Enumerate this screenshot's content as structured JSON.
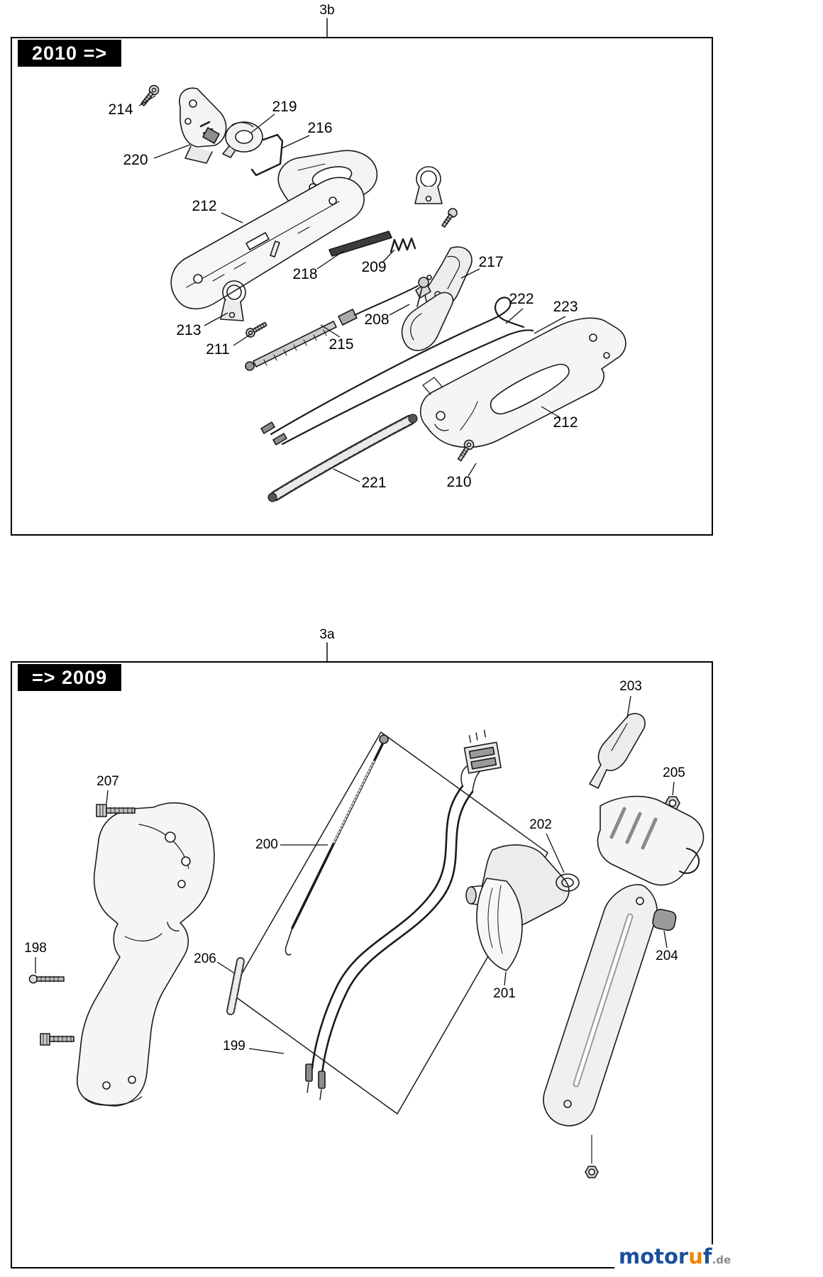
{
  "panels": [
    {
      "tick": "3b",
      "badge": "2010 =>",
      "callouts": [
        {
          "label": "214"
        },
        {
          "label": "219"
        },
        {
          "label": "216"
        },
        {
          "label": "220"
        },
        {
          "label": "212"
        },
        {
          "label": "218"
        },
        {
          "label": "209"
        },
        {
          "label": "217"
        },
        {
          "label": "208"
        },
        {
          "label": "222"
        },
        {
          "label": "223"
        },
        {
          "label": "213"
        },
        {
          "label": "211"
        },
        {
          "label": "215"
        },
        {
          "label": "212"
        },
        {
          "label": "221"
        },
        {
          "label": "210"
        }
      ]
    },
    {
      "tick": "3a",
      "badge": "=> 2009",
      "callouts": [
        {
          "label": "203"
        },
        {
          "label": "205"
        },
        {
          "label": "207"
        },
        {
          "label": "202"
        },
        {
          "label": "200"
        },
        {
          "label": "206"
        },
        {
          "label": "198"
        },
        {
          "label": "201"
        },
        {
          "label": "204"
        },
        {
          "label": "199"
        }
      ]
    }
  ],
  "logo": {
    "segments": [
      {
        "text": "motor",
        "color": "#1b4f9c"
      },
      {
        "text": "u",
        "color": "#f08300"
      },
      {
        "text": "f",
        "color": "#1b4f9c"
      }
    ],
    "suffix": ".de",
    "suffix_color": "#8b8b8b"
  }
}
